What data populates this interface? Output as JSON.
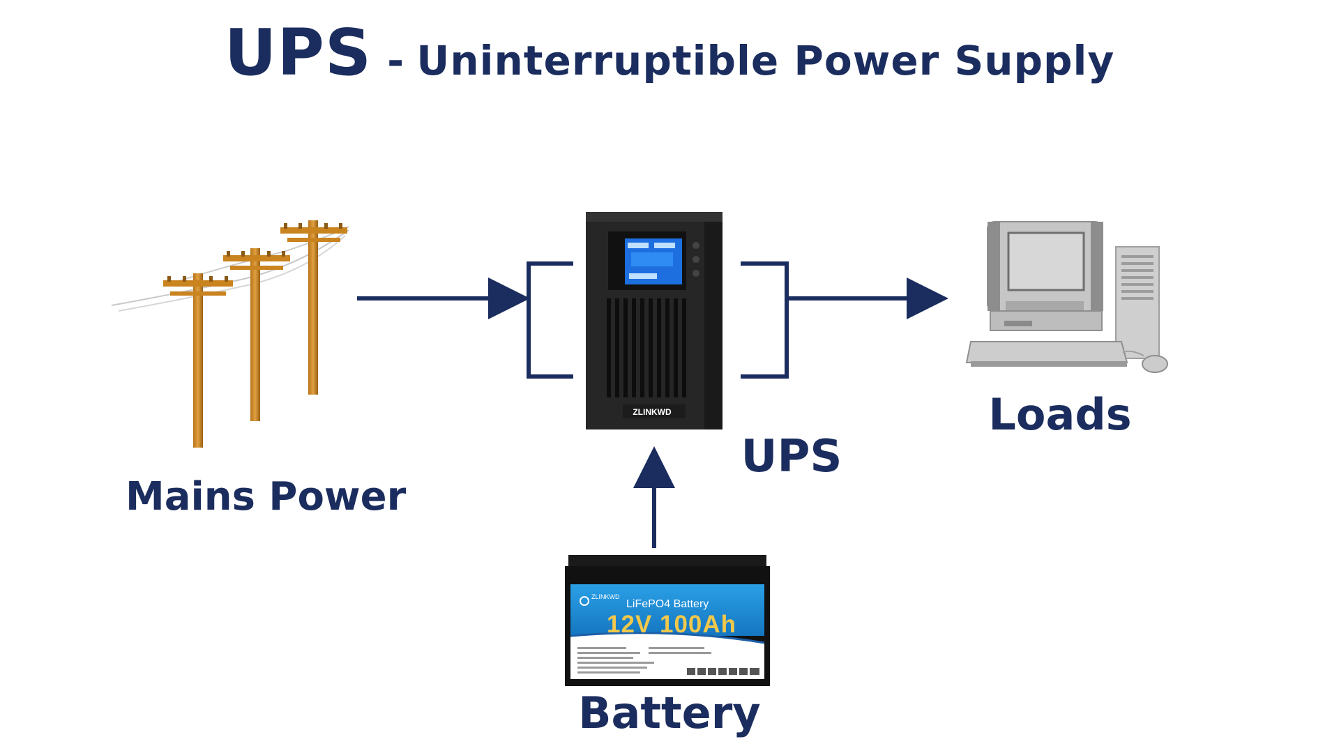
{
  "title": {
    "main": "UPS",
    "separator": "-",
    "subtitle": "Uninterruptible Power Supply"
  },
  "nodes": {
    "mains": {
      "label": "Mains Power",
      "icon": "utility-pole-icon"
    },
    "ups": {
      "label": "UPS",
      "icon": "ups-unit-icon",
      "brand": "ZLINKWD"
    },
    "loads": {
      "label": "Loads",
      "icon": "desktop-computer-icon"
    },
    "battery": {
      "label": "Battery",
      "icon": "battery-icon",
      "brand": "ZLINKWD",
      "type": "LiFePO4 Battery",
      "rating": "12V 100Ah"
    }
  },
  "colors": {
    "text": "#1b2d5e",
    "arrow": "#1b2d5e",
    "pole": "#c9831f",
    "ups_body": "#2b2b2b",
    "ups_screen": "#1d6fe0",
    "battery_label": "#1a8ad4",
    "computer": "#c8c8c8"
  }
}
